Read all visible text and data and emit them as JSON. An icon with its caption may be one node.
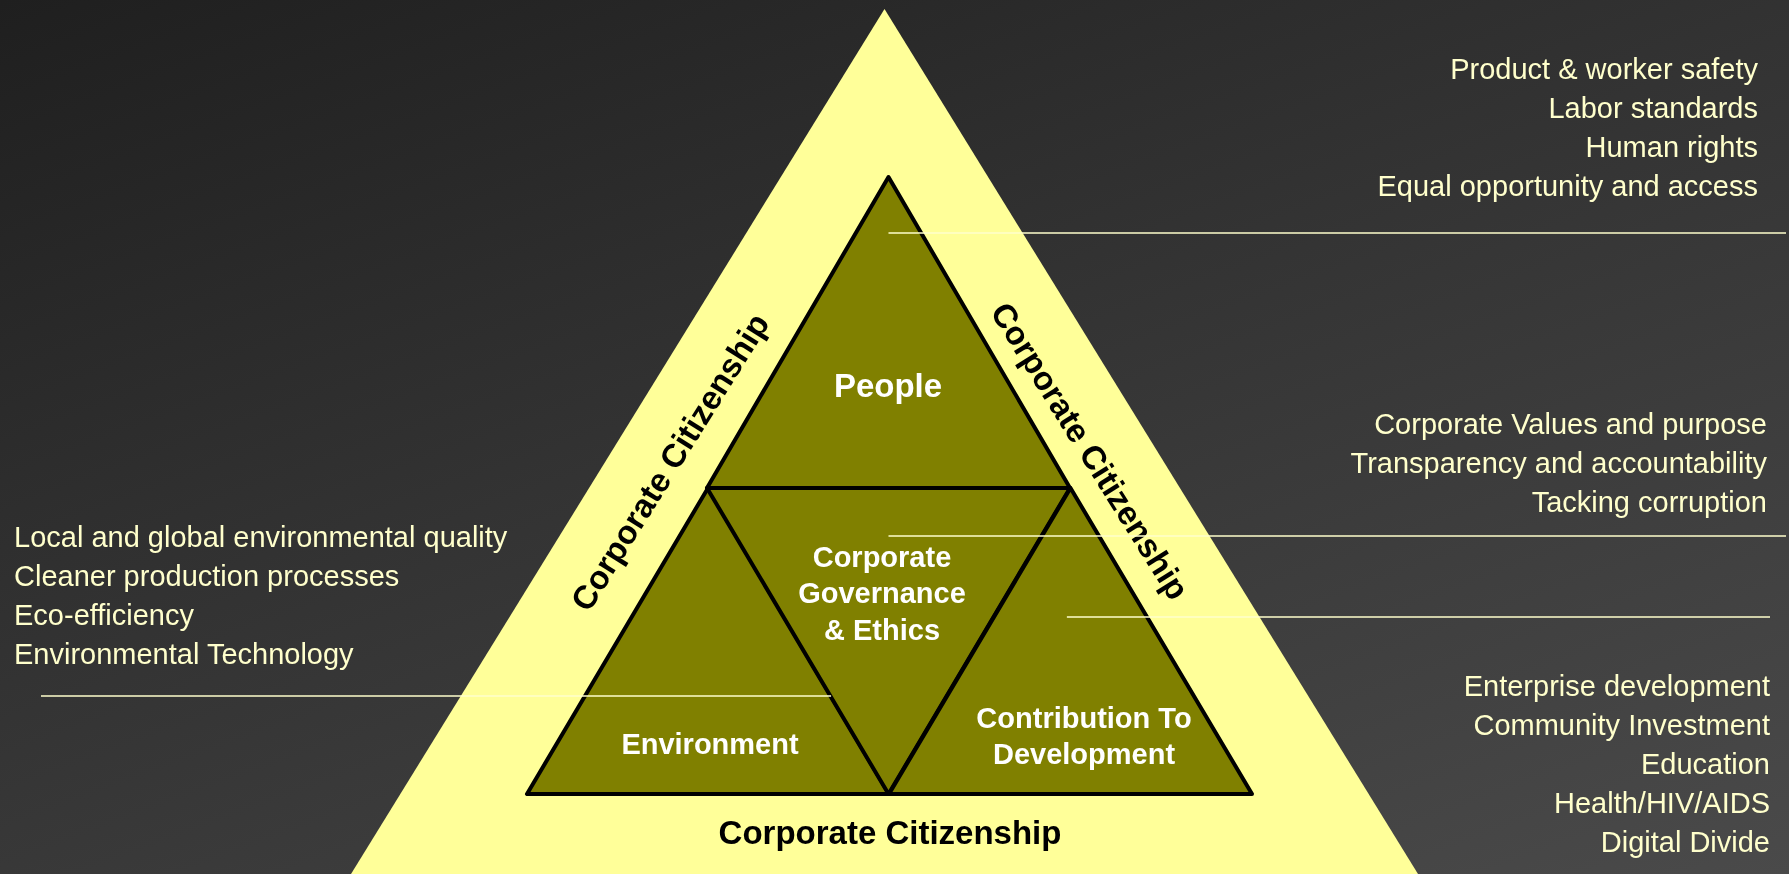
{
  "diagram": {
    "nodes": [
      {
        "text": [
          "Corporate Citizenship",
          "Corporate Citizenship",
          "Corporate Citizenship"
        ]
      },
      {
        "text": [
          "People"
        ],
        "in": 0
      },
      {
        "text": [
          "Environment"
        ],
        "in": 0
      },
      {
        "text": [
          "Corporate Governance & Ethics"
        ],
        "in": 0
      },
      {
        "text": [
          "Contribution To Development"
        ],
        "in": 0
      },
      {
        "text": [
          "Product & worker safety",
          "Labor standards",
          "Human rights",
          "Equal opportunity and access"
        ]
      },
      {
        "text": [
          "Corporate Values and purpose",
          "Transparency and accountability",
          "Tacking corruption"
        ]
      },
      {
        "text": [
          "Local and global environmental quality",
          "Cleaner production processes",
          "Eco-efficiency",
          "Environmental Technology"
        ]
      },
      {
        "text": [
          "Enterprise development",
          "Community Investment",
          "Education",
          "Health/HIV/AIDS",
          "Digital Divide"
        ]
      }
    ],
    "edges": [
      {
        "from": 5,
        "to": 1,
        "arrow": "none"
      },
      {
        "from": 6,
        "to": 3,
        "arrow": "none"
      },
      {
        "from": 7,
        "to": 2,
        "arrow": "none"
      },
      {
        "from": 8,
        "to": 4,
        "arrow": "none"
      }
    ]
  }
}
